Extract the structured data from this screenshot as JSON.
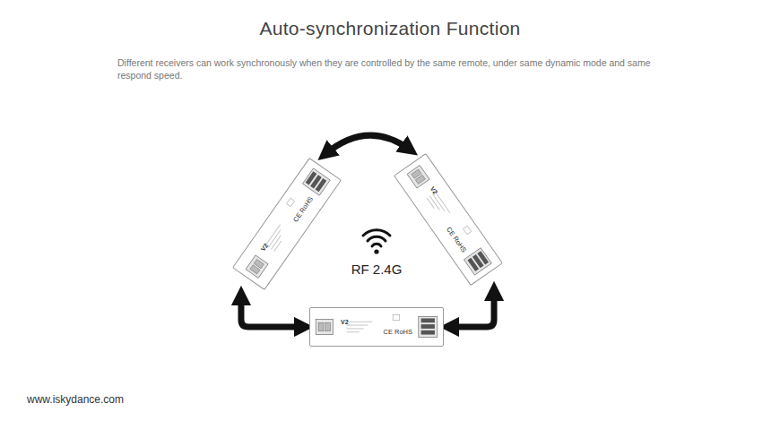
{
  "diagram": {
    "title": "Auto-synchronization Function",
    "nodes": [
      {
        "text": [
          "V2",
          "CE RoHS"
        ]
      },
      {
        "text": [
          "V2",
          "CE RoHS"
        ]
      },
      {
        "text": [
          "V2",
          "CE RoHS"
        ]
      }
    ],
    "edges": [
      {
        "from": 0,
        "to": 1,
        "arrow": "both"
      },
      {
        "from": 1,
        "to": 2,
        "arrow": "both"
      },
      {
        "from": 0,
        "to": 2,
        "arrow": "both"
      }
    ],
    "labels": [
      "Different receivers can work synchronously when they are controlled by the same remote, under same dynamic mode and same respond speed.",
      "RF 2.4G",
      "www.iskydance.com"
    ]
  }
}
